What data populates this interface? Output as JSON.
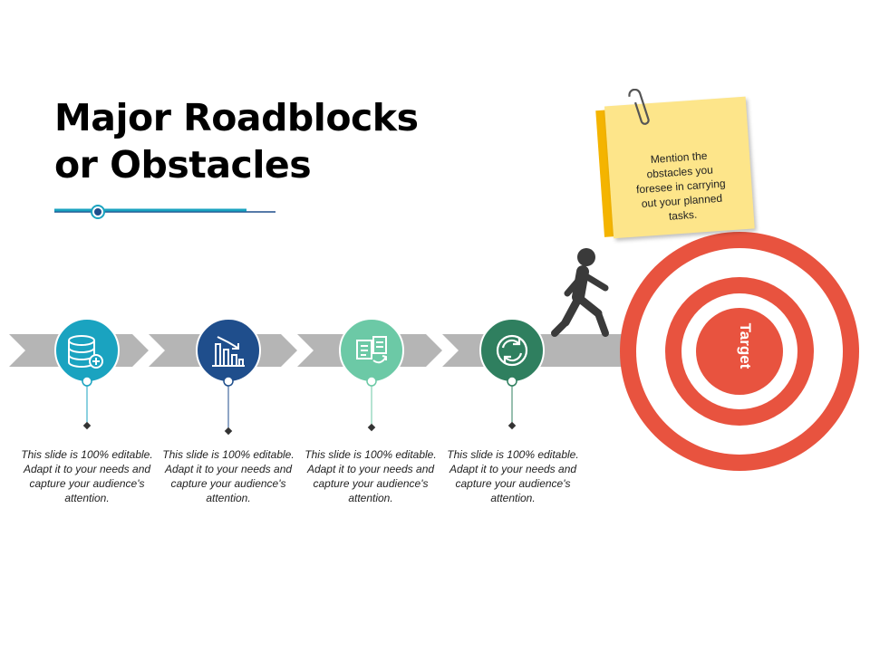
{
  "title_lines": [
    "Major Roadblocks",
    "or Obstacles"
  ],
  "note": {
    "text": "Mention the obstacles you foresee in carrying out your planned tasks."
  },
  "target": {
    "label": "Target"
  },
  "steps": [
    {
      "icon": "database-add-icon",
      "color": "#1aa3c0",
      "text": "This slide is 100% editable. Adapt it to your needs and capture your audience's attention."
    },
    {
      "icon": "bar-chart-decline-icon",
      "color": "#1f4e8c",
      "text": "This slide is 100% editable. Adapt it to your needs and capture your audience's attention."
    },
    {
      "icon": "documents-exchange-icon",
      "color": "#6cc9a6",
      "text": "This slide is 100% editable. Adapt it to your needs and capture your audience's attention."
    },
    {
      "icon": "refresh-icon",
      "color": "#2f7f5f",
      "text": "This slide is 100% editable. Adapt it to your needs and capture your audience's attention."
    }
  ],
  "colors": {
    "target_red": "#e8533f",
    "arrow_gray": "#b5b5b5",
    "note_yellow": "#fde58a",
    "note_shadow": "#f4b400",
    "person": "#3a3a3a",
    "accent_line": "#1aa3c0"
  }
}
